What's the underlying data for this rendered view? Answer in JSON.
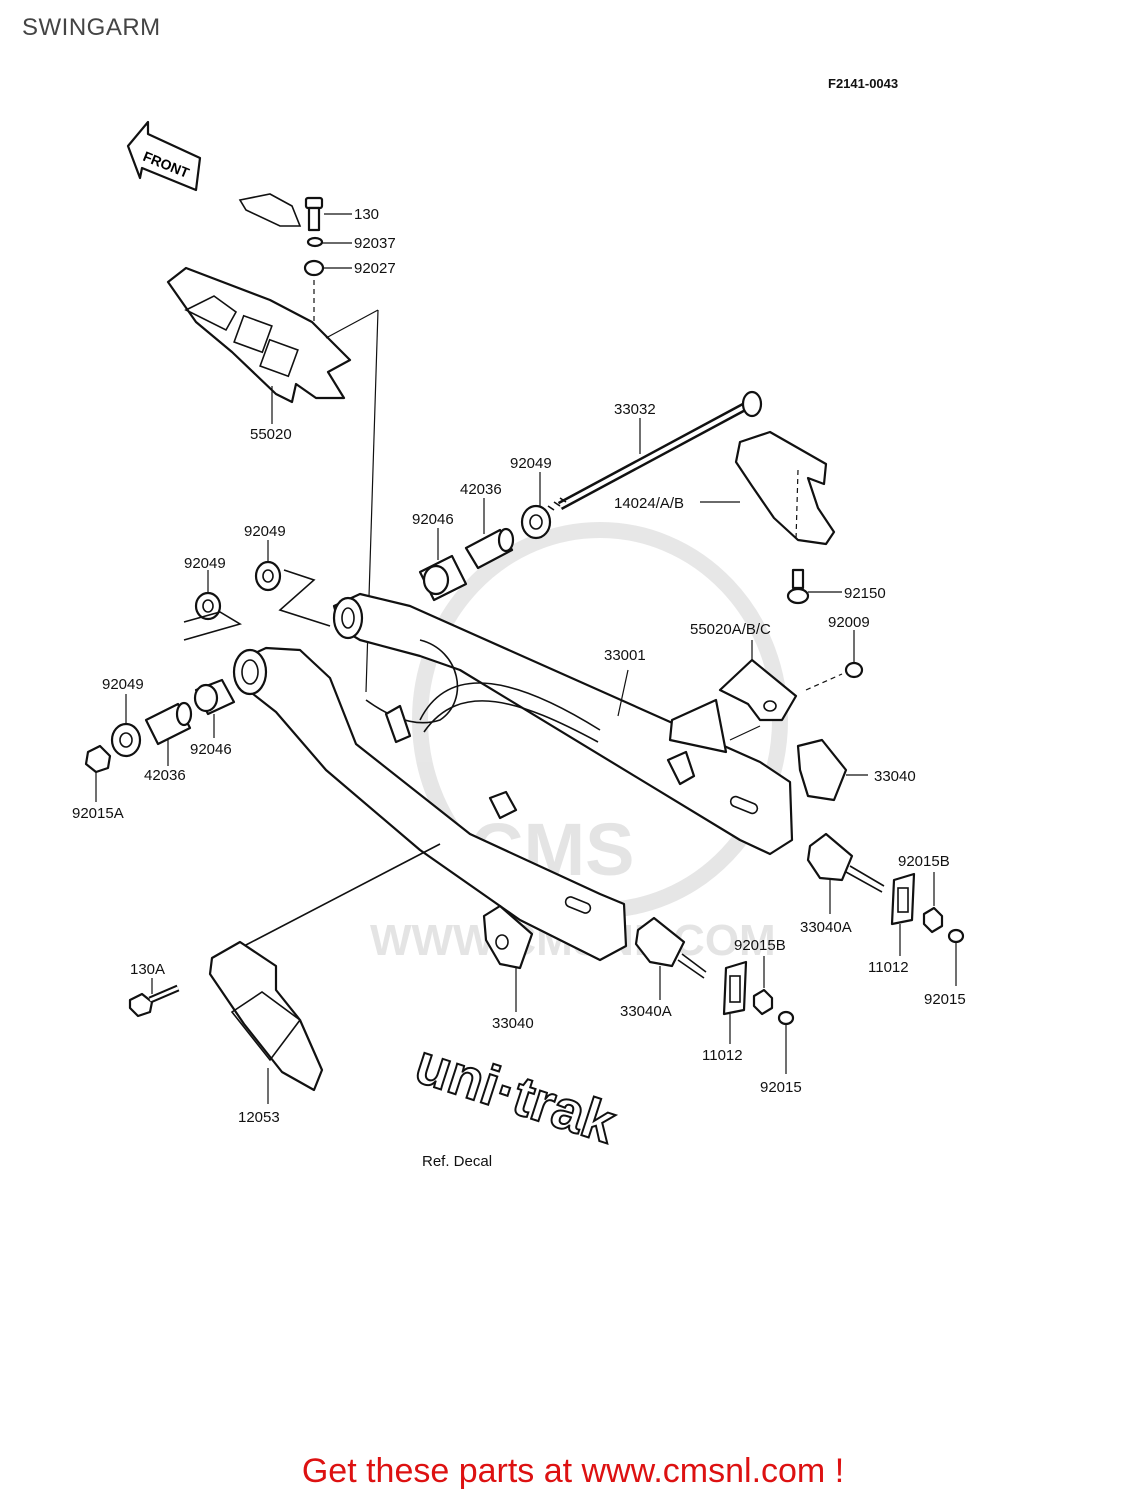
{
  "page": {
    "title": "SWINGARM"
  },
  "diagram": {
    "code": "F2141-0043",
    "front_arrow": "FRONT",
    "decal_text": "uni·trak",
    "decal_caption": "Ref. Decal",
    "labels": {
      "p130": "130",
      "p92037": "92037",
      "p92027": "92027",
      "p55020": "55020",
      "p33032": "33032",
      "p92049_a": "92049",
      "p42036_a": "42036",
      "p92046_a": "92046",
      "p14024": "14024/A/B",
      "p92049_b": "92049",
      "p92049_c": "92049",
      "p92150": "92150",
      "p55020abc": "55020A/B/C",
      "p92009": "92009",
      "p33001": "33001",
      "p92049_d": "92049",
      "p42036_b": "42036",
      "p92046_b": "92046",
      "p92015a": "92015A",
      "p33040_a": "33040",
      "p92015b_a": "92015B",
      "p33040a_a": "33040A",
      "p11012_a": "11012",
      "p92015_a": "92015",
      "p130a": "130A",
      "p33040_b": "33040",
      "p33040a_b": "33040A",
      "p92015b_b": "92015B",
      "p11012_b": "11012",
      "p92015_b": "92015",
      "p12053": "12053"
    }
  },
  "footer": {
    "text": "Get these parts at www.cmsnl.com !"
  }
}
